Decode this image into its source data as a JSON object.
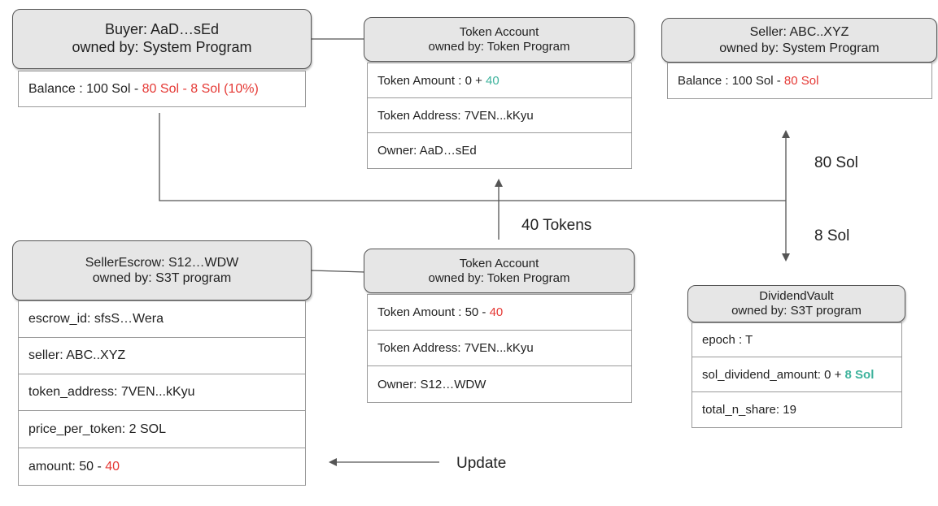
{
  "buyer": {
    "title": "Buyer: AaD…sEd",
    "owner": "owned by: System Program",
    "balance_prefix": "Balance : 100 Sol - ",
    "balance_sub1": "80 Sol",
    "balance_sep": " - ",
    "balance_sub2": "8 Sol (10%)"
  },
  "buyer_token_account": {
    "title": "Token Account",
    "owner": "owned by: Token Program",
    "amount_prefix": "Token Amount : 0 + ",
    "amount_delta": "40",
    "address": "Token Address: 7VEN...kKyu",
    "account_owner": "Owner:  AaD…sEd"
  },
  "seller": {
    "title": "Seller: ABC..XYZ",
    "owner": "owned by: System Program",
    "balance_prefix": "Balance : 100 Sol - ",
    "balance_delta": "80 Sol"
  },
  "seller_escrow": {
    "title": "SellerEscrow: S12…WDW",
    "owner": "owned by: S3T program",
    "escrow_id": "escrow_id: sfsS…Wera",
    "seller": "seller: ABC..XYZ",
    "token_address": "token_address: 7VEN...kKyu",
    "price_per_token": "price_per_token: 2 SOL",
    "amount_prefix": "amount: 50 - ",
    "amount_delta": "40"
  },
  "escrow_token_account": {
    "title": "Token Account",
    "owner": "owned by: Token Program",
    "amount_prefix": "Token Amount : 50 - ",
    "amount_delta": "40",
    "address": "Token Address: 7VEN...kKyu",
    "account_owner": "Owner:  S12…WDW"
  },
  "dividend_vault": {
    "title": "DividendVault",
    "owner": "owned by: S3T program",
    "epoch": "epoch : T",
    "sol_dividend_prefix": "sol_dividend_amount: 0 + ",
    "sol_dividend_delta": "8 Sol",
    "total_n_share": "total_n_share: 19"
  },
  "labels": {
    "tokens_transfer": "40 Tokens",
    "sol_to_seller": "80 Sol",
    "sol_to_vault": "8 Sol",
    "update": "Update"
  },
  "colors": {
    "subtract": "#e53935",
    "add": "#3fb39d",
    "header_fill": "#e6e6e6"
  }
}
